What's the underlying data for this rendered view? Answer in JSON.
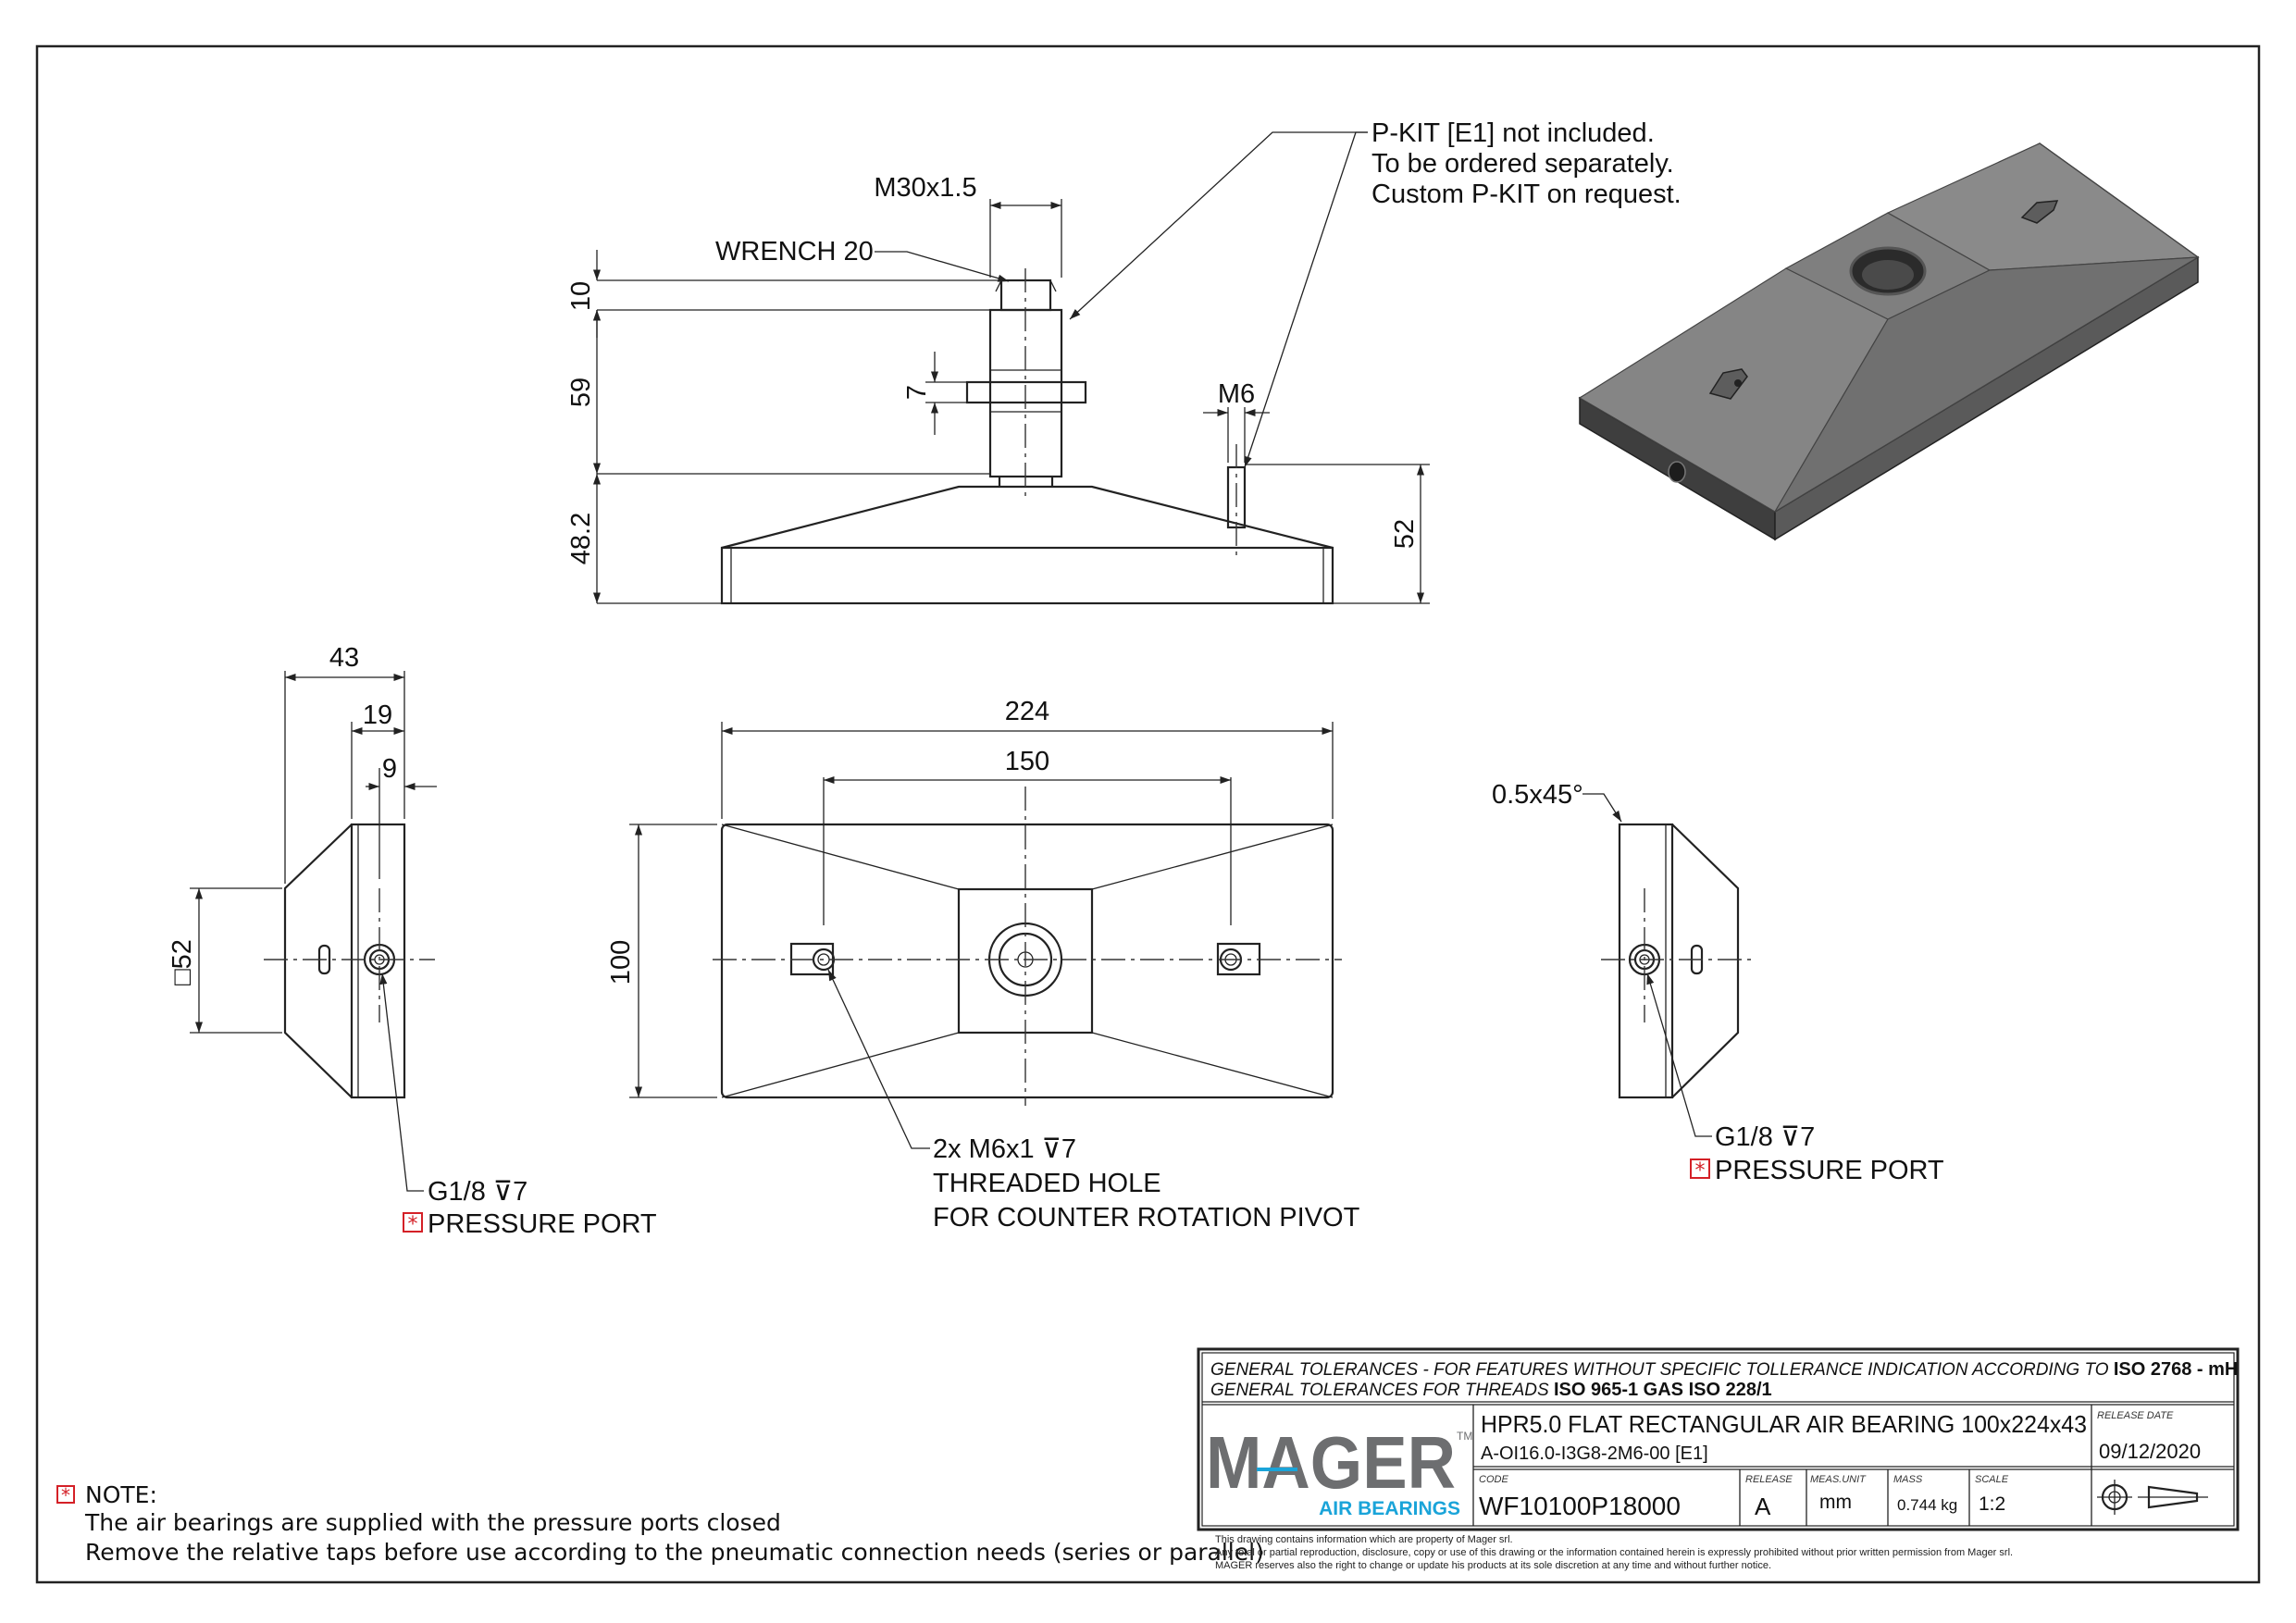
{
  "drawing": {
    "kit_note": [
      "P-KIT [E1] not included.",
      "To be ordered separately.",
      "Custom P-KIT on request."
    ],
    "front_view": {
      "thread_label": "M30x1.5",
      "wrench_label": "WRENCH 20",
      "m6_label": "M6",
      "dim_10": "10",
      "dim_59": "59",
      "dim_48_2": "48.2",
      "dim_7": "7",
      "dim_52": "52"
    },
    "left_view": {
      "dim_43": "43",
      "dim_19": "19",
      "dim_9": "9",
      "dim_sq52": "□52",
      "port_label": "G1/8 ⊽7",
      "port_note": "PRESSURE PORT"
    },
    "top_view": {
      "dim_224": "224",
      "dim_150": "150",
      "dim_100": "100",
      "hole_label": [
        "2x M6x1 ⊽7",
        "THREADED HOLE",
        "FOR COUNTER ROTATION PIVOT"
      ]
    },
    "right_view": {
      "chamfer_label": "0.5x45°",
      "port_label": "G1/8 ⊽7",
      "port_note": "PRESSURE PORT"
    }
  },
  "note": {
    "title": "NOTE:",
    "lines": [
      "The air bearings are supplied with the pressure ports closed",
      "Remove the relative taps before use according to the pneumatic connection needs (series or parallel)"
    ]
  },
  "title_block": {
    "tol_line1_prefix": "GENERAL TOLERANCES - FOR FEATURES WITHOUT  SPECIFIC TOLLERANCE INDICATION ACCORDING TO",
    "tol_line1_bold": "ISO 2768 - mH",
    "tol_line2_prefix": "GENERAL TOLERANCES FOR THREADS",
    "tol_line2_bold": "ISO 965-1 GAS ISO 228/1",
    "logo_text": "MAGER",
    "logo_tm": "TM",
    "logo_sub": "AIR BEARINGS",
    "product_title": "HPR5.0  FLAT RECTANGULAR AIR BEARING 100x224x43",
    "product_ref": "A-OI16.0-I3G8-2M6-00 [E1]",
    "release_date_label": "RELEASE DATE",
    "release_date": "09/12/2020",
    "code_label": "CODE",
    "code": "WF10100P18000",
    "release_label": "RELEASE",
    "release": "A",
    "unit_label": "MEAS.UNIT",
    "unit": "mm",
    "mass_label": "MASS",
    "mass": "0.744 kg",
    "scale_label": "SCALE",
    "scale": "1:2",
    "footer": [
      "This drawing contains information which are property of Mager srl.",
      "Any total or partial reproduction, disclosure, copy or use of this drawing or the information contained herein is expressly prohibited without prior written permission from Mager srl.",
      "MAGER reserves also the right to change or update his products  at its sole discretion at any time and without further notice."
    ]
  },
  "colors": {
    "accent_red": "#d42027",
    "logo_grey": "#6d6e70",
    "logo_blue": "#1aa4d9",
    "model_face": "#6e6e6e"
  }
}
